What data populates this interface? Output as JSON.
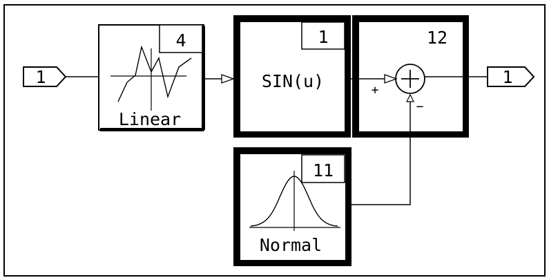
{
  "diagram": {
    "inport_label": "1",
    "outport_label": "1",
    "blocks": {
      "linear": {
        "label": "Linear",
        "number": "4"
      },
      "sin": {
        "label": "SIN(u)",
        "number": "1"
      },
      "sum": {
        "number": "12",
        "plus_sign": "+",
        "minus_sign": "−"
      },
      "normal": {
        "label": "Normal",
        "number": "11"
      }
    }
  }
}
